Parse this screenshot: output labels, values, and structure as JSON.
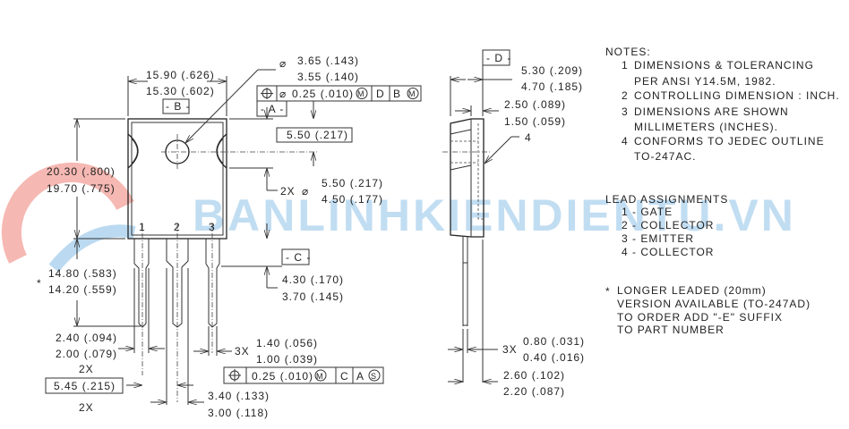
{
  "watermark": {
    "text": "BANLINHKIENDIENTU.VN",
    "colors": {
      "logo": "#f08a80",
      "text": "#8fc3e8"
    }
  },
  "front_view": {
    "width_max": "15.90 (.626)",
    "width_min": "15.30 (.602)",
    "datum_b": "- B -",
    "hole_dia_max": "3.65 (.143)",
    "hole_dia_min": "3.55 (.140)",
    "fcf_top": {
      "symbol": "position-icon",
      "tolerance": "0.25 (.010)",
      "modifier": "M",
      "datum1": "D",
      "datum2": "B",
      "modifier2": "M"
    },
    "datum_a": "- A -",
    "hole_offset": "5.50 (.217)",
    "notch_count": "2X",
    "notch_dia_max": "5.50 (.217)",
    "notch_dia_min": "4.50 (.177)",
    "height_max": "20.30 (.800)",
    "height_min": "19.70 (.775)",
    "lead_length_star": "*",
    "lead_length_max": "14.80 (.583)",
    "lead_length_min": "14.20 (.559)",
    "pin_labels": [
      "1",
      "2",
      "3"
    ],
    "datum_c": "- C -",
    "shoulder_max": "4.30 (.170)",
    "shoulder_min": "3.70 (.145)",
    "lead_wide_max": "2.40 (.094)",
    "lead_wide_min": "2.00 (.079)",
    "lead_wide_count": "2X",
    "pitch": "5.45 (.215)",
    "pitch_count": "2X",
    "lead_width_count": "3X",
    "lead_width_max": "1.40 (.056)",
    "lead_width_min": "1.00 (.039)",
    "fcf_bottom": {
      "symbol": "position-icon",
      "tolerance": "0.25 (.010)",
      "modifier": "M",
      "datum1": "C",
      "datum2": "A",
      "modifier2": "S"
    },
    "center_lead_max": "3.40 (.133)",
    "center_lead_min": "3.00 (.118)"
  },
  "side_view": {
    "datum_d": "- D -",
    "thickness_max": "5.30 (.209)",
    "thickness_min": "4.70 (.185)",
    "tab_max": "2.50 (.089)",
    "tab_min": "1.50 (.059)",
    "note_ref": "4",
    "lead_thk_count": "3X",
    "lead_thk_max": "0.80 (.031)",
    "lead_thk_min": "0.40 (.016)",
    "lead_off_max": "2.60 (.102)",
    "lead_off_min": "2.20 (.087)"
  },
  "notes": {
    "title": "NOTES:",
    "lines": [
      {
        "num": "1",
        "text": "DIMENSIONS & TOLERANCING"
      },
      {
        "num": "",
        "text": "PER ANSI Y14.5M, 1982."
      },
      {
        "num": "2",
        "text": "CONTROLLING DIMENSION : INCH."
      },
      {
        "num": "3",
        "text": "DIMENSIONS ARE SHOWN"
      },
      {
        "num": "",
        "text": "MILLIMETERS (INCHES)."
      },
      {
        "num": "4",
        "text": "CONFORMS TO JEDEC OUTLINE"
      },
      {
        "num": "",
        "text": "TO-247AC."
      }
    ]
  },
  "lead_assignments": {
    "title": "LEAD ASSIGNMENTS",
    "items": [
      "1 - GATE",
      "2 - COLLECTOR",
      "3 - EMITTER",
      "4 - COLLECTOR"
    ]
  },
  "footnote": {
    "star": "*",
    "lines": [
      "LONGER LEADED (20mm)",
      "VERSION AVAILABLE (TO-247AD)",
      "TO ORDER ADD \"-E\" SUFFIX",
      "TO PART NUMBER"
    ]
  }
}
